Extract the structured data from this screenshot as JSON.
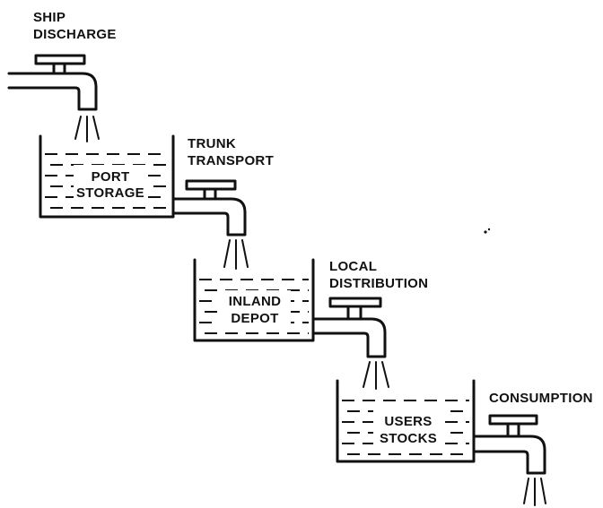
{
  "diagram": {
    "taps": [
      {
        "name": "ship-discharge",
        "label_lines": [
          "SHIP",
          "DISCHARGE"
        ]
      },
      {
        "name": "trunk-transport",
        "label_lines": [
          "TRUNK",
          "TRANSPORT"
        ]
      },
      {
        "name": "local-distribution",
        "label_lines": [
          "LOCAL",
          "DISTRIBUTION"
        ]
      },
      {
        "name": "consumption",
        "label_lines": [
          "CONSUMPTION"
        ]
      }
    ],
    "tanks": [
      {
        "name": "port-storage",
        "label_lines": [
          "PORT",
          "STORAGE"
        ]
      },
      {
        "name": "inland-depot",
        "label_lines": [
          "INLAND",
          "DEPOT"
        ]
      },
      {
        "name": "users-stocks",
        "label_lines": [
          "USERS",
          "STOCKS"
        ]
      }
    ],
    "colors": {
      "ink": "#111111",
      "background": "#ffffff"
    }
  }
}
